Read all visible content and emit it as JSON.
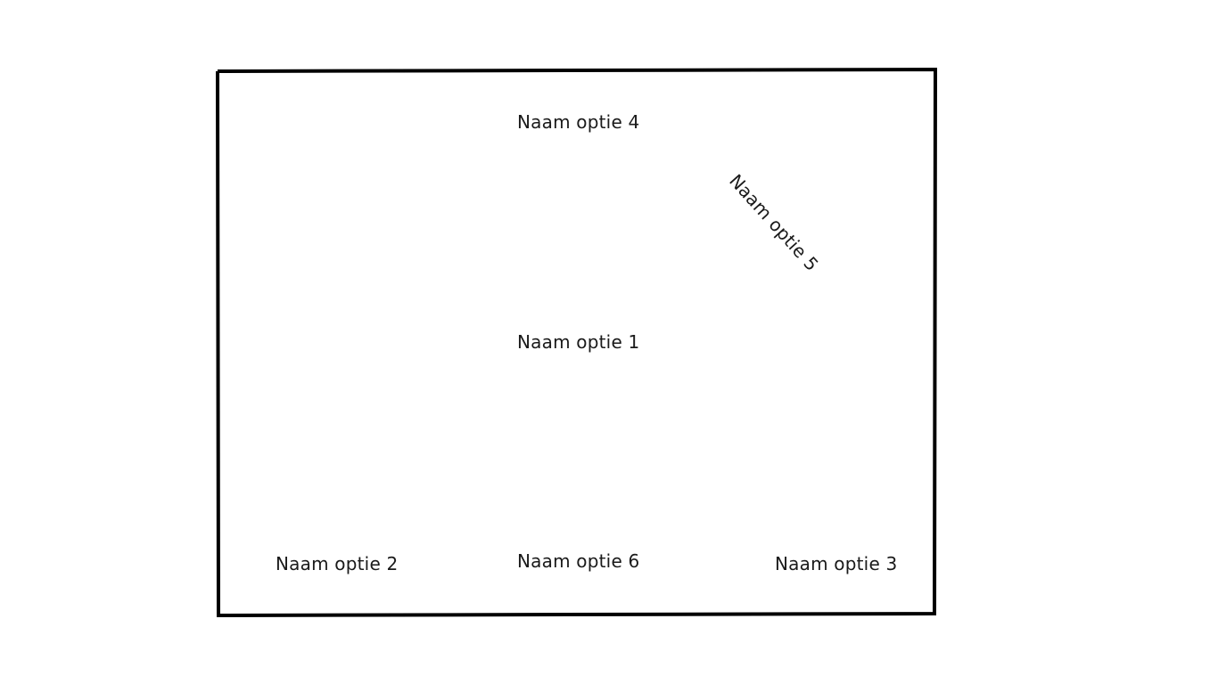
{
  "diagram": {
    "options": [
      {
        "id": "option-1",
        "label": "Naam optie 1"
      },
      {
        "id": "option-2",
        "label": "Naam optie 2"
      },
      {
        "id": "option-3",
        "label": "Naam optie 3"
      },
      {
        "id": "option-4",
        "label": "Naam optie 4"
      },
      {
        "id": "option-5",
        "label": "Naam optie 5"
      },
      {
        "id": "option-6",
        "label": "Naam optie 6"
      }
    ],
    "colors": {
      "border": "#000000",
      "text": "#1a1a1a",
      "background": "#ffffff"
    }
  }
}
